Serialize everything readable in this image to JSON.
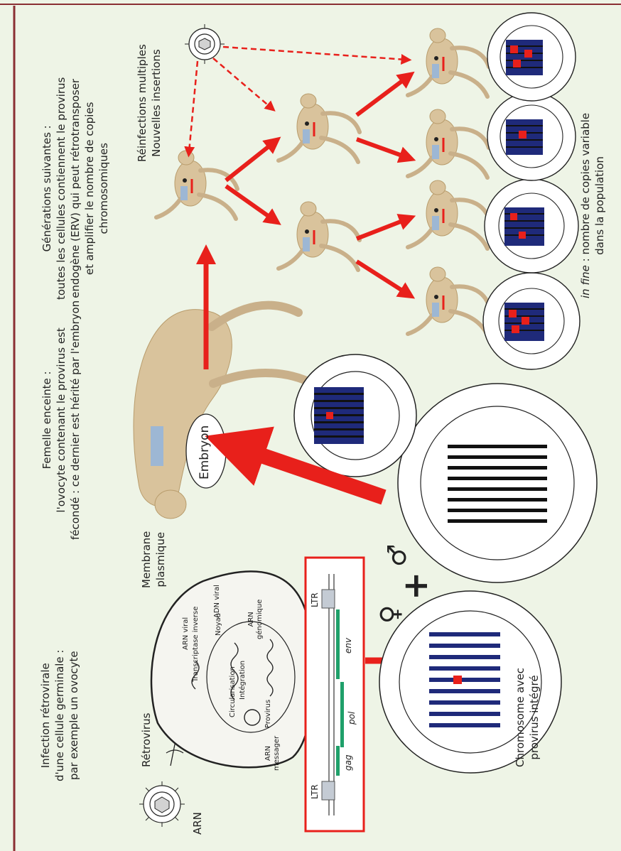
{
  "step1": {
    "heading": [
      "Infection rétrovirale",
      "d'une cellule germinale :",
      "par exemple un ovocyte"
    ],
    "retrovirus": "Rétrovirus",
    "arn": "ARN",
    "arn_messager": [
      "ARN",
      "messager"
    ],
    "arn_viral": "ARN viral",
    "transcriptase": "Transcriptase inverse",
    "adn_viral": "ADN viral",
    "circularisation": "Circularisation",
    "integration": "Intégration",
    "provirus": "Provirus",
    "noyau": "Noyau",
    "arn_genomique": [
      "ARN",
      "génomique"
    ],
    "membrane": [
      "Membrane",
      "plasmique"
    ]
  },
  "genome": {
    "ltr_left": "LTR",
    "ltr_right": "LTR",
    "genes": [
      "gag",
      "pol",
      "env"
    ]
  },
  "fertilization": {
    "female_symbol": "♀",
    "plus": "+",
    "male_symbol": "♂",
    "chromosome_caption": [
      "Chromosome avec",
      "provirus intégré"
    ]
  },
  "step2": {
    "heading": [
      "Femelle enceinte :",
      "l'ovocyte contenant le provirus est",
      "fécondé : ce dernier est hérité par l'embryon"
    ],
    "embryo": "Embryon"
  },
  "step3": {
    "heading": [
      "Générations suivantes :",
      "toutes les cellules contiennent le provirus",
      "endogène (ERV) qui peut rétrotransposer",
      "et amplifier le nombre de copies",
      "chromosomiques"
    ],
    "reinfection": [
      "Réinfections multiples",
      "Nouvelles insertions"
    ],
    "conclusion_italic": "in fine",
    "conclusion_rest": " : nombre de copies variable",
    "conclusion_line2": "dans la population"
  },
  "colors": {
    "background": "#eef4e6",
    "frame_border": "#8a2e33",
    "arrow_red": "#e8201b",
    "chromosome_blue": "#1f2a7a",
    "gene_green": "#1fa06a"
  }
}
